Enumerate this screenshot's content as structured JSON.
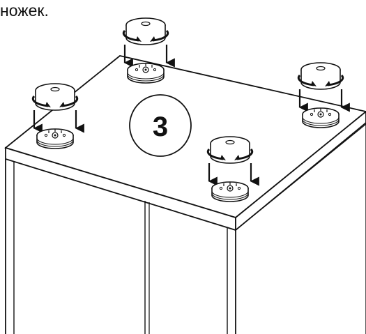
{
  "caption_text": "ножек.",
  "step_number": "3",
  "colors": {
    "line": "#111111",
    "paper": "#ffffff"
  },
  "feet": [
    {
      "name": "foot-rear-left"
    },
    {
      "name": "foot-front-left"
    },
    {
      "name": "foot-rear-right"
    },
    {
      "name": "foot-front-right"
    }
  ]
}
